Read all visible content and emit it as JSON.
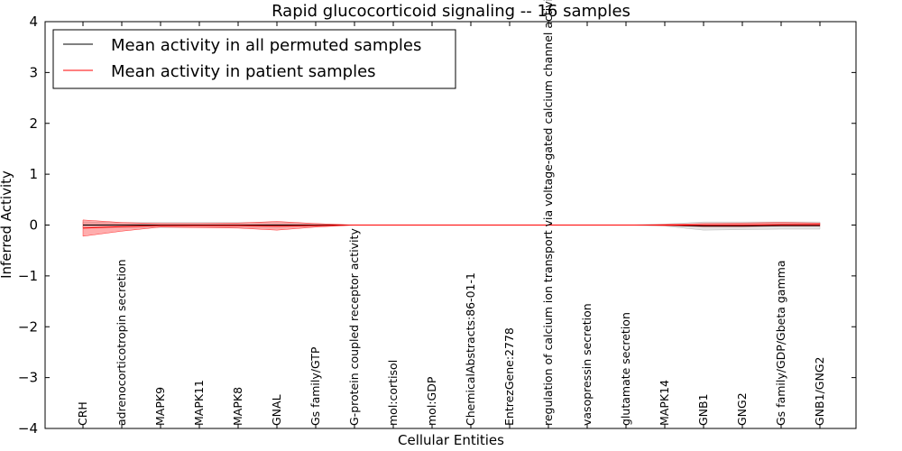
{
  "chart_data": {
    "type": "line",
    "title": "Rapid glucocorticoid signaling -- 16 samples",
    "xlabel": "Cellular Entities",
    "ylabel": "Inferred Activity",
    "ylim": [
      -4,
      4
    ],
    "yticks": [
      4,
      3,
      2,
      1,
      0,
      -1,
      -2,
      -3,
      -4
    ],
    "ytick_labels": [
      "4",
      "3",
      "2",
      "1",
      "0",
      "−1",
      "−2",
      "−3",
      "−4"
    ],
    "categories": [
      "CRH",
      "adrenocorticotropin secretion",
      "MAPK9",
      "MAPK11",
      "MAPK8",
      "GNAL",
      "Gs family/GTP",
      "G-protein coupled receptor activity",
      "mol:cortisol",
      "mol:GDP",
      "ChemicalAbstracts:86-01-1",
      "EntrezGene:2778",
      "regulation of calcium ion transport via voltage-gated calcium channel activity",
      "vasopressin secretion",
      "glutamate secretion",
      "MAPK14",
      "GNB1",
      "GNG2",
      "Gs family/GDP/Gbeta gamma",
      "GNB1/GNG2"
    ],
    "legend_position": "top-left",
    "grid": false,
    "series": [
      {
        "name": "Mean activity in all permuted samples",
        "color": "#000000",
        "values": [
          0.0,
          0.0,
          0.0,
          0.0,
          0.0,
          0.0,
          0.0,
          0.0,
          0.0,
          0.0,
          0.0,
          0.0,
          0.0,
          0.0,
          0.0,
          0.0,
          -0.02,
          -0.02,
          -0.01,
          -0.01
        ],
        "band_upper": [
          0.06,
          0.05,
          0.05,
          0.05,
          0.05,
          0.05,
          0.03,
          0.0,
          0.0,
          0.0,
          0.0,
          0.0,
          0.0,
          0.0,
          0.0,
          0.02,
          0.06,
          0.06,
          0.06,
          0.06
        ],
        "band_lower": [
          -0.06,
          -0.05,
          -0.05,
          -0.05,
          -0.05,
          -0.05,
          -0.03,
          0.0,
          0.0,
          0.0,
          0.0,
          0.0,
          0.0,
          0.0,
          0.0,
          -0.02,
          -0.1,
          -0.09,
          -0.08,
          -0.08
        ],
        "band_color": "#d9d9d9"
      },
      {
        "name": "Mean activity in patient samples",
        "color": "#ff0000",
        "values": [
          -0.06,
          -0.03,
          -0.01,
          -0.01,
          -0.01,
          -0.02,
          -0.01,
          0.0,
          0.0,
          0.0,
          0.0,
          0.0,
          0.0,
          0.0,
          0.0,
          0.0,
          0.0,
          0.0,
          0.01,
          0.01
        ],
        "band_upper": [
          0.1,
          0.05,
          0.03,
          0.03,
          0.04,
          0.07,
          0.03,
          0.0,
          0.0,
          0.0,
          0.0,
          0.0,
          0.0,
          0.0,
          0.0,
          0.01,
          0.03,
          0.04,
          0.05,
          0.04
        ],
        "band_lower": [
          -0.22,
          -0.12,
          -0.04,
          -0.05,
          -0.06,
          -0.1,
          -0.04,
          0.0,
          0.0,
          0.0,
          0.0,
          0.0,
          0.0,
          0.0,
          0.0,
          -0.01,
          -0.03,
          -0.03,
          -0.02,
          -0.02
        ],
        "band_color": "#ff6a6a"
      }
    ]
  }
}
